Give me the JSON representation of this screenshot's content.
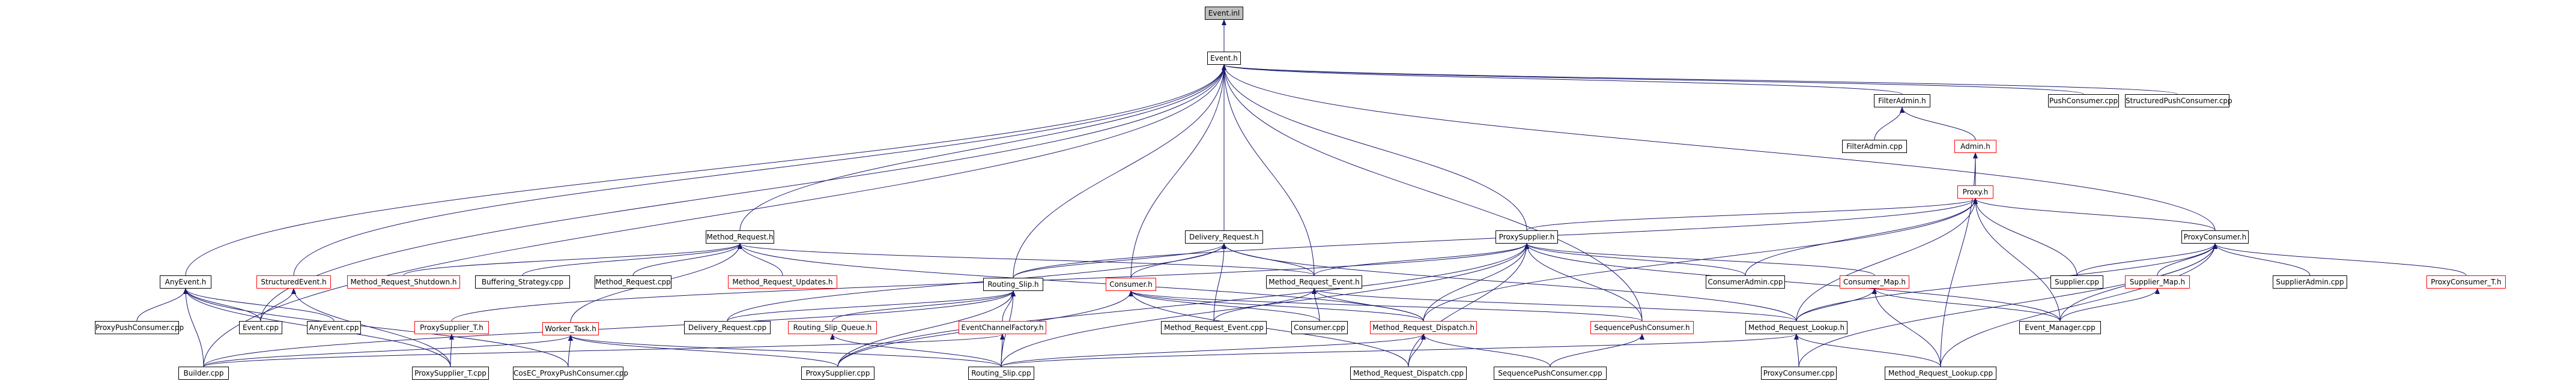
{
  "colors": {
    "node_border": "#000000",
    "node_border_incomplete": "#ff0000",
    "root_fill": "#bfbfbf",
    "edge": "#191970",
    "background": "#ffffff"
  },
  "nodes": {
    "event_inl": "Event.inl",
    "event_h": "Event.h",
    "push_consumer_cpp": "PushConsumer.cpp",
    "structured_push_consumer_cpp": "StructuredPushConsumer.cpp",
    "filter_admin_h": "FilterAdmin.h",
    "filter_admin_cpp": "FilterAdmin.cpp",
    "admin_h": "Admin.h",
    "proxy_h": "Proxy.h",
    "method_request_h": "Method_Request.h",
    "delivery_request_h": "Delivery_Request.h",
    "proxy_supplier_h": "ProxySupplier.h",
    "proxy_consumer_h": "ProxyConsumer.h",
    "any_event_h": "AnyEvent.h",
    "structured_event_h": "StructuredEvent.h",
    "method_request_shutdown_h": "Method_Request_Shutdown.h",
    "buffering_strategy_cpp": "Buffering_Strategy.cpp",
    "method_request_cpp": "Method_Request.cpp",
    "method_request_updates_h": "Method_Request_Updates.h",
    "method_request_event_h": "Method_Request_Event.h",
    "routing_slip_h": "Routing_Slip.h",
    "consumer_h": "Consumer.h",
    "consumer_admin_cpp": "ConsumerAdmin.cpp",
    "consumer_map_h": "Consumer_Map.h",
    "supplier_cpp": "Supplier.cpp",
    "supplier_map_h": "Supplier_Map.h",
    "supplier_admin_cpp": "SupplierAdmin.cpp",
    "proxy_consumer_t_h": "ProxyConsumer_T.h",
    "proxy_push_consumer_cpp": "ProxyPushConsumer.cpp",
    "event_cpp": "Event.cpp",
    "any_event_cpp": "AnyEvent.cpp",
    "proxy_supplier_t_h": "ProxySupplier_T.h",
    "delivery_request_cpp": "Delivery_Request.cpp",
    "routing_slip_queue_h": "Routing_Slip_Queue.h",
    "event_channel_factory_h": "EventChannelFactory.h",
    "method_request_event_cpp": "Method_Request_Event.cpp",
    "consumer_cpp": "Consumer.cpp",
    "method_request_dispatch_h": "Method_Request_Dispatch.h",
    "sequence_push_consumer_h": "SequencePushConsumer.h",
    "method_request_lookup_h": "Method_Request_Lookup.h",
    "event_manager_cpp": "Event_Manager.cpp",
    "worker_task_h": "Worker_Task.h",
    "builder_cpp": "Builder.cpp",
    "proxy_supplier_t_cpp": "ProxySupplier_T.cpp",
    "cosec_proxy_push_consumer_cpp": "CosEC_ProxyPushConsumer.cpp",
    "proxy_supplier_cpp": "ProxySupplier.cpp",
    "routing_slip_cpp": "Routing_Slip.cpp",
    "method_request_dispatch_cpp": "Method_Request_Dispatch.cpp",
    "sequence_push_consumer_cpp": "SequencePushConsumer.cpp",
    "proxy_consumer_cpp": "ProxyConsumer.cpp",
    "method_request_lookup_cpp": "Method_Request_Lookup.cpp"
  }
}
